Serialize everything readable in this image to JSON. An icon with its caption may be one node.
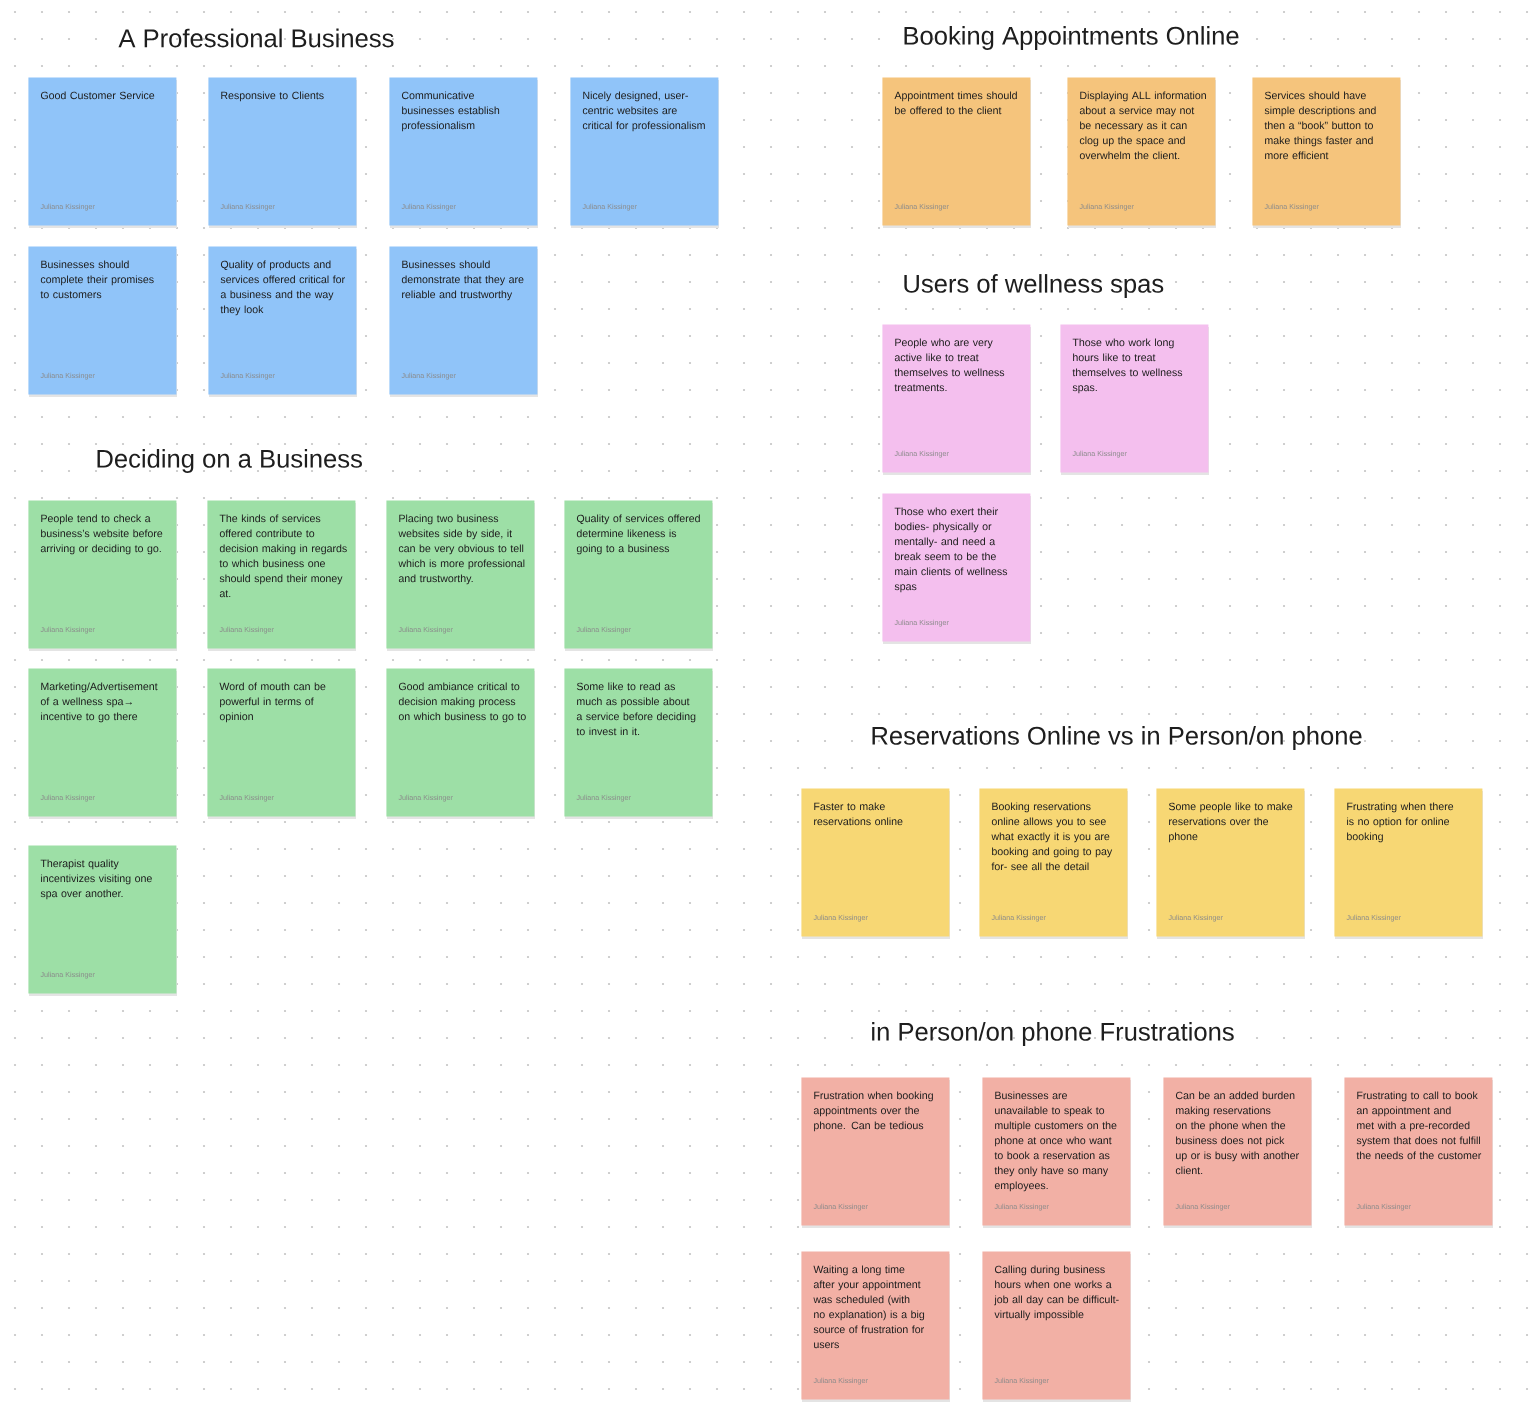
{
  "diagram": {
    "nodes": [
      {
        "text": [
          "Good Customer Service",
          "Juliana Kissinger"
        ]
      },
      {
        "text": [
          "Responsive to Clients",
          "Juliana Kissinger"
        ]
      },
      {
        "text": [
          "Communicative businesses establish professionalism",
          "Juliana Kissinger"
        ]
      },
      {
        "text": [
          "Nicely designed, user-centric websites are critical for professionalism",
          "Juliana Kissinger"
        ]
      },
      {
        "text": [
          "Businesses should complete their promises to customers",
          "Juliana Kissinger"
        ]
      },
      {
        "text": [
          "Quality of products and services offered critical for a business and the way they look",
          "Juliana Kissinger"
        ]
      },
      {
        "text": [
          "Businesses should demonstrate that they are reliable and trustworthy",
          "Juliana Kissinger"
        ]
      },
      {
        "text": [
          "Appointment times should be offered to the client",
          "Juliana Kissinger"
        ]
      },
      {
        "text": [
          "Displaying ALL information about a service may not be necessary as it can clog up the space and overwhelm the client.",
          "Juliana Kissinger"
        ]
      },
      {
        "text": [
          "Services should have simple descriptions and then a “book” button to make things faster and more efficient",
          "Juliana Kissinger"
        ]
      },
      {
        "text": [
          "People who are very active like to treat themselves to wellness treatments.",
          "Juliana Kissinger"
        ]
      },
      {
        "text": [
          "Those who work long hours like to treat themselves to wellness spas.",
          "Juliana Kissinger"
        ]
      },
      {
        "text": [
          "Those who exert their bodies- physically or mentally- and need a break seem to be the main clients of wellness spas",
          "Juliana Kissinger"
        ]
      },
      {
        "text": [
          "People tend to check a business’s website before arriving or deciding to go.",
          "Juliana Kissinger"
        ]
      },
      {
        "text": [
          "The kinds of services offered contribute to decision making in regards to which business one should spend their money at.",
          "Juliana Kissinger"
        ]
      },
      {
        "text": [
          "Placing two business websites side by side, it can be very obvious to tell which is more professional and trustworthy.",
          "Juliana Kissinger"
        ]
      },
      {
        "text": [
          "Quality of services offered determine likeness is going to a business",
          "Juliana Kissinger"
        ]
      },
      {
        "text": [
          "Marketing/Advertisement of a wellness spa→ incentive to go there",
          "Juliana Kissinger"
        ]
      },
      {
        "text": [
          "Word of mouth can be powerful in terms of opinion",
          "Juliana Kissinger"
        ]
      },
      {
        "text": [
          "Good ambiance critical to decision making process on which business to go to",
          "Juliana Kissinger"
        ]
      },
      {
        "text": [
          "Some like to read as much as possible about a service before deciding to invest in it.",
          "Juliana Kissinger"
        ]
      },
      {
        "text": [
          "Therapist quality incentivizes visiting one spa over another.",
          "Juliana Kissinger"
        ]
      },
      {
        "text": [
          "Faster to make reservations online",
          "Juliana Kissinger"
        ]
      },
      {
        "text": [
          "Booking reservations online allows you to see what exactly it is you are booking and going to pay for- see all the detail",
          "Juliana Kissinger"
        ]
      },
      {
        "text": [
          "Some people like to make reservations over the phone",
          "Juliana Kissinger"
        ]
      },
      {
        "text": [
          "Frustrating when there is no option for online booking",
          "Juliana Kissinger"
        ]
      },
      {
        "text": [
          "Frustration when booking appointments over the phone. Can be tedious",
          "Juliana Kissinger"
        ]
      },
      {
        "text": [
          "Businesses are unavailable to speak to multiple customers on the phone at once who want to book a reservation as they only have so many employees.",
          "Juliana Kissinger"
        ]
      },
      {
        "text": [
          "Can be an added burden making reservations on the phone when the business does not pick up or is busy with another client.",
          "Juliana Kissinger"
        ]
      },
      {
        "text": [
          "Frustrating to call to book an appointment and met with a pre-recorded system that does not fulfill the needs of the customer",
          "Juliana Kissinger"
        ]
      },
      {
        "text": [
          "Waiting a long time after your appointment was scheduled (with no explanation) is a big source of frustration for users",
          "Juliana Kissinger"
        ]
      },
      {
        "text": [
          "Calling during business hours when one works a job all day can be difficult- virtually impossible",
          "Juliana Kissinger"
        ]
      }
    ],
    "labels": [
      "A Professional Business",
      "Booking Appointments Online",
      "Users of wellness spas",
      "Deciding on a Business",
      "Reservations Online vs in Person/on phone",
      "in Person/on phone Frustrations"
    ]
  }
}
